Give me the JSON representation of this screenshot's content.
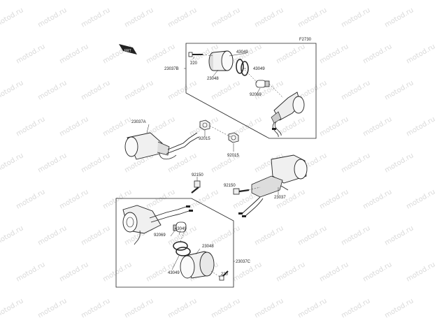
{
  "figure_code": "F2730",
  "watermark": "motod.ru",
  "part_labels": {
    "p220_top": "220",
    "p43049_a": "43049",
    "p43049_b": "43049",
    "p23048_top": "23048",
    "p23037B": "23037B",
    "p92069_top": "92069",
    "p23037A": "23037A",
    "p92015_left": "92015",
    "p92015_mid": "92015",
    "p92150_left": "92150",
    "p92150_right": "92150",
    "p23037": "23037",
    "p43049_c": "43049",
    "p92069_bot": "92069",
    "p23048_bot": "23048",
    "p43049_d": "43049",
    "p23037C": "23037C",
    "p220_bot": "220"
  },
  "colors": {
    "line": "#222222",
    "fill": "#f2f2f2",
    "shade": "#9a9a9a",
    "watermark": "#d9d9d9"
  }
}
